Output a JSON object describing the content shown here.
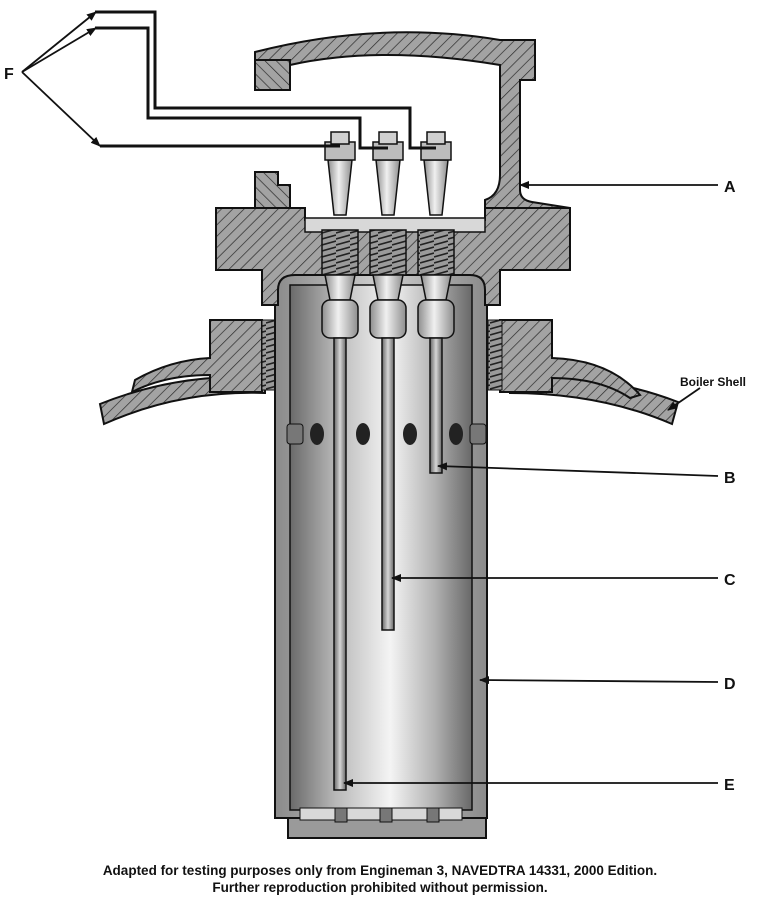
{
  "labels": {
    "a": "A",
    "b": "B",
    "c": "C",
    "d": "D",
    "e": "E",
    "f": "F",
    "boiler_shell": "Boiler Shell"
  },
  "caption": {
    "line1": "Adapted for testing purposes only from Engineman 3, NAVEDTRA 14331, 2000 Edition.",
    "line2": "Further reproduction prohibited without permission."
  },
  "colors": {
    "hatch_fill": "#9a9a9a",
    "outline": "#111111",
    "shell_light": "#e6e6e6",
    "shell_dark": "#6e6e6e",
    "rod": "#8c8c8c",
    "background": "#ffffff"
  }
}
